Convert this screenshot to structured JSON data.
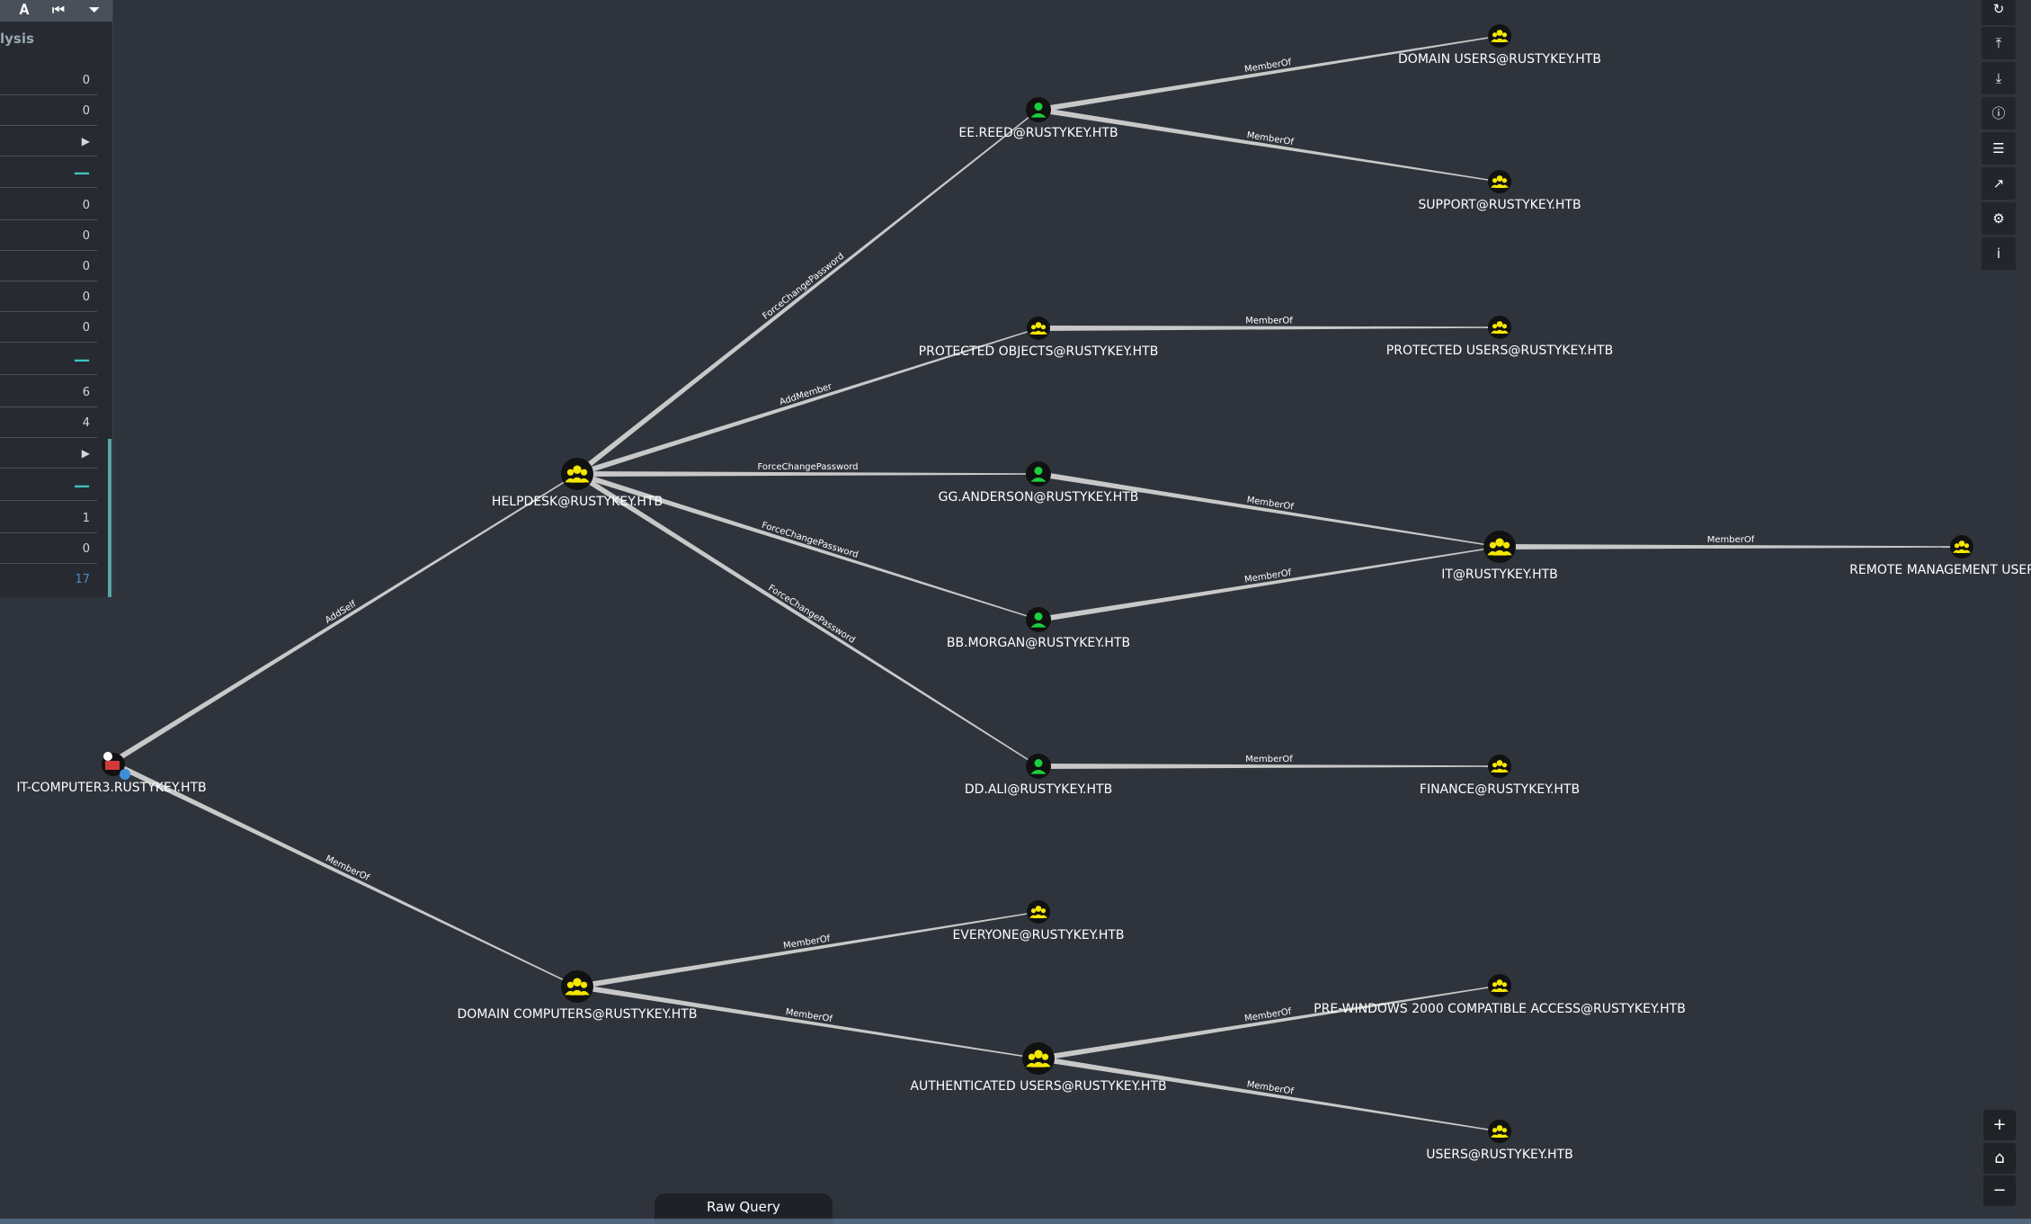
{
  "left_panel": {
    "title": "lysis",
    "toolbar_icons": [
      "font-icon",
      "skip-back-icon",
      "filter-icon"
    ],
    "rows": [
      {
        "kind": "value",
        "text": "0"
      },
      {
        "kind": "value",
        "text": "0"
      },
      {
        "kind": "toggle",
        "text": "▶"
      },
      {
        "kind": "section",
        "text": "—"
      },
      {
        "kind": "value",
        "text": "0"
      },
      {
        "kind": "value",
        "text": "0"
      },
      {
        "kind": "value",
        "text": "0"
      },
      {
        "kind": "value",
        "text": "0"
      },
      {
        "kind": "value",
        "text": "0"
      },
      {
        "kind": "section",
        "text": "—"
      },
      {
        "kind": "value",
        "text": "6"
      },
      {
        "kind": "value",
        "text": "4"
      },
      {
        "kind": "toggle",
        "text": "▶"
      },
      {
        "kind": "section",
        "text": "—"
      },
      {
        "kind": "value",
        "text": "1"
      },
      {
        "kind": "value",
        "text": "0"
      },
      {
        "kind": "dim",
        "text": "17"
      }
    ]
  },
  "right_toolbar": [
    "refresh-icon",
    "upload-icon",
    "download-icon",
    "info-circle-icon",
    "list-icon",
    "chart-icon",
    "settings-icon",
    "info-icon"
  ],
  "zoom": {
    "zoom_in": "+",
    "home": "⌂",
    "zoom_out": "−"
  },
  "raw_query_label": "Raw Query",
  "colors": {
    "background": "#2f343c",
    "user_node": "#19d13c",
    "group_node": "#f5e800",
    "edge": "#c8c8c8"
  },
  "graph": {
    "nodes": [
      {
        "id": "it-computer3",
        "label": "IT-COMPUTER3.RUSTYKEY.HTB",
        "type": "computer"
      },
      {
        "id": "helpdesk",
        "label": "HELPDESK@RUSTYKEY.HTB",
        "type": "group-large"
      },
      {
        "id": "domain-computers",
        "label": "DOMAIN COMPUTERS@RUSTYKEY.HTB",
        "type": "group-large"
      },
      {
        "id": "ee-reed",
        "label": "EE.REED@RUSTYKEY.HTB",
        "type": "user"
      },
      {
        "id": "protected-objects",
        "label": "PROTECTED OBJECTS@RUSTYKEY.HTB",
        "type": "group"
      },
      {
        "id": "gg-anderson",
        "label": "GG.ANDERSON@RUSTYKEY.HTB",
        "type": "user"
      },
      {
        "id": "bb-morgan",
        "label": "BB.MORGAN@RUSTYKEY.HTB",
        "type": "user"
      },
      {
        "id": "dd-ali",
        "label": "DD.ALI@RUSTYKEY.HTB",
        "type": "user"
      },
      {
        "id": "everyone",
        "label": "EVERYONE@RUSTYKEY.HTB",
        "type": "group"
      },
      {
        "id": "authenticated-users",
        "label": "AUTHENTICATED USERS@RUSTYKEY.HTB",
        "type": "group-large"
      },
      {
        "id": "domain-users",
        "label": "DOMAIN USERS@RUSTYKEY.HTB",
        "type": "group"
      },
      {
        "id": "support",
        "label": "SUPPORT@RUSTYKEY.HTB",
        "type": "group"
      },
      {
        "id": "protected-users",
        "label": "PROTECTED USERS@RUSTYKEY.HTB",
        "type": "group"
      },
      {
        "id": "it",
        "label": "IT@RUSTYKEY.HTB",
        "type": "group-large"
      },
      {
        "id": "finance",
        "label": "FINANCE@RUSTYKEY.HTB",
        "type": "group"
      },
      {
        "id": "pre-windows",
        "label": "PRE-WINDOWS 2000 COMPATIBLE ACCESS@RUSTYKEY.HTB",
        "type": "group"
      },
      {
        "id": "users",
        "label": "USERS@RUSTYKEY.HTB",
        "type": "group"
      },
      {
        "id": "remote-management",
        "label": "REMOTE MANAGEMENT USERS@RU",
        "type": "group"
      }
    ],
    "edges": [
      {
        "from": "it-computer3",
        "to": "helpdesk",
        "label": "AddSelf"
      },
      {
        "from": "it-computer3",
        "to": "domain-computers",
        "label": "MemberOf"
      },
      {
        "from": "helpdesk",
        "to": "ee-reed",
        "label": "ForceChangePassword"
      },
      {
        "from": "helpdesk",
        "to": "protected-objects",
        "label": "AddMember"
      },
      {
        "from": "helpdesk",
        "to": "gg-anderson",
        "label": "ForceChangePassword"
      },
      {
        "from": "helpdesk",
        "to": "bb-morgan",
        "label": "ForceChangePassword"
      },
      {
        "from": "helpdesk",
        "to": "dd-ali",
        "label": "ForceChangePassword"
      },
      {
        "from": "ee-reed",
        "to": "domain-users",
        "label": "MemberOf"
      },
      {
        "from": "ee-reed",
        "to": "support",
        "label": "MemberOf"
      },
      {
        "from": "protected-objects",
        "to": "protected-users",
        "label": "MemberOf"
      },
      {
        "from": "gg-anderson",
        "to": "it",
        "label": "MemberOf"
      },
      {
        "from": "bb-morgan",
        "to": "it",
        "label": "MemberOf"
      },
      {
        "from": "it",
        "to": "remote-management",
        "label": "MemberOf"
      },
      {
        "from": "dd-ali",
        "to": "finance",
        "label": "MemberOf"
      },
      {
        "from": "domain-computers",
        "to": "everyone",
        "label": "MemberOf"
      },
      {
        "from": "domain-computers",
        "to": "authenticated-users",
        "label": "MemberOf"
      },
      {
        "from": "authenticated-users",
        "to": "pre-windows",
        "label": "MemberOf"
      },
      {
        "from": "authenticated-users",
        "to": "users",
        "label": "MemberOf"
      }
    ]
  }
}
